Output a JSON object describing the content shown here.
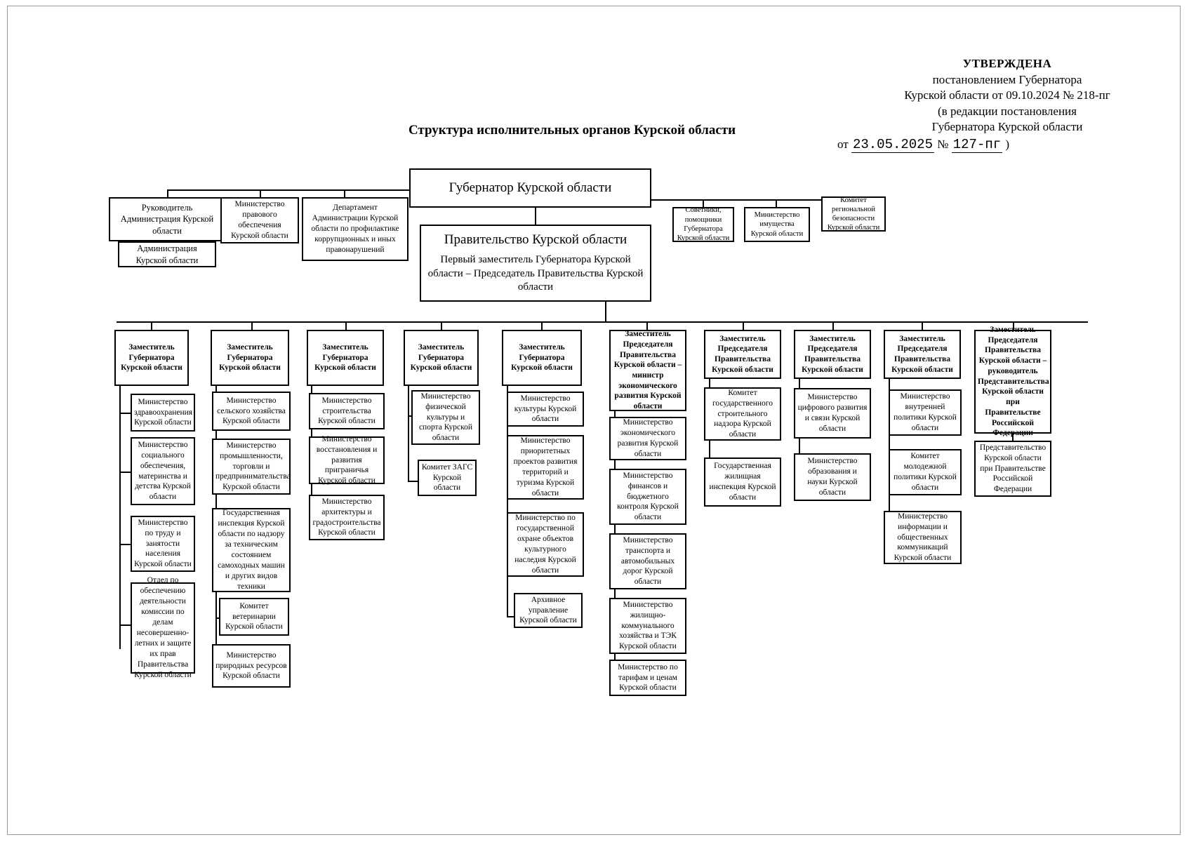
{
  "document": {
    "approval": {
      "line1": "УТВЕРЖДЕНА",
      "line2": "постановлением Губернатора",
      "line3": "Курской области от 09.10.2024 № 218-пг",
      "line4": "(в редакции постановления",
      "line5": "Губернатора Курской области",
      "from_label": "от",
      "date_value": "23.05.2025",
      "number_label": "№",
      "number_value": "127-пг",
      "close_paren": ")"
    },
    "title": "Структура исполнительных органов Курской области"
  },
  "top": {
    "governor": "Губернатор Курской области",
    "government": "Правительство Курской области",
    "government_sub": "Первый заместитель Губернатора Курской области – Председатель Правительства Курской области"
  },
  "governor_left": [
    {
      "label": "Руководитель Администрация Курской области"
    },
    {
      "label": "Администрация Курской области"
    },
    {
      "label": "Министерство правового обеспечения Курской области"
    },
    {
      "label": "Департамент Администрации Курской области по профилактике коррупционных и иных правонарушений"
    }
  ],
  "governor_right": [
    {
      "label": "Советники, помощники Губернатора Курской области"
    },
    {
      "label": "Министерство имущества Курской области"
    },
    {
      "label": "Комитет региональной безопасности Курской области"
    }
  ],
  "columns": [
    {
      "head": "Заместитель Губернатора Курской области",
      "items": [
        "Министерство здравоохранения Курской области",
        "Министерство социального обеспечения, материнства и детства Курской области",
        "Министерство по труду и занятости населения Курской области",
        "Отдел по обеспечению деятельности комиссии по делам несовершенно- летних и защите их прав Правительства Курской области"
      ]
    },
    {
      "head": "Заместитель Губернатора Курской области",
      "items": [
        "Министерство сельского хозяйства Курской области",
        "Министерство промышленности, торговли и предпринимательства Курской области",
        "Государственная инспекция Курской области по надзору за техническим состоянием самоходных машин и других видов техники",
        "Комитет ветеринарии Курской области",
        "Министерство природных ресурсов Курской области"
      ]
    },
    {
      "head": "Заместитель Губернатора Курской области",
      "items": [
        "Министерство строительства Курской области",
        "Министерство восстановления и развития приграничья Курской области",
        "Министерство архитектуры и градостроительства Курской области"
      ]
    },
    {
      "head": "Заместитель Губернатора Курской области",
      "items": [
        "Министерство физической культуры и спорта Курской области",
        "Комитет ЗАГС Курской области"
      ]
    },
    {
      "head": "Заместитель Губернатора Курской области",
      "items": [
        "Министерство культуры Курской области",
        "Министерство приоритетных проектов развития территорий и туризма Курской области",
        "Министерство по государственной охране объектов культурного наследия Курской области",
        "Архивное управление Курской области"
      ]
    },
    {
      "head": "Заместитель Председателя Правительства Курской области – министр экономического развития Курской области",
      "items": [
        "Министерство экономического развития Курской области",
        "Министерство финансов и бюджетного контроля Курской области",
        "Министерство транспорта и автомобильных дорог Курской области",
        "Министерство жилищно- коммунального хозяйства и ТЭК Курской области",
        "Министерство по тарифам и ценам Курской области"
      ]
    },
    {
      "head": "Заместитель Председателя Правительства Курской области",
      "items": [
        "Комитет государственного строительного надзора Курской области",
        "Государственная жилищная инспекция Курской области"
      ]
    },
    {
      "head": "Заместитель Председателя Правительства Курской области",
      "items": [
        "Министерство цифрового развития и связи Курской области",
        "Министерство образования и науки Курской области"
      ]
    },
    {
      "head": "Заместитель Председателя Правительства Курской области",
      "items": [
        "Министерство внутренней политики Курской области",
        "Комитет молодежной политики Курской области",
        "Министерство информации и общественных коммуникаций Курской области"
      ]
    },
    {
      "head": "Заместитель Председателя Правительства Курской области – руководитель Представительства Курской области при Правительстве Российской Федерации",
      "items": [
        "Представительство Курской области при Правительстве Российской Федерации"
      ]
    }
  ]
}
